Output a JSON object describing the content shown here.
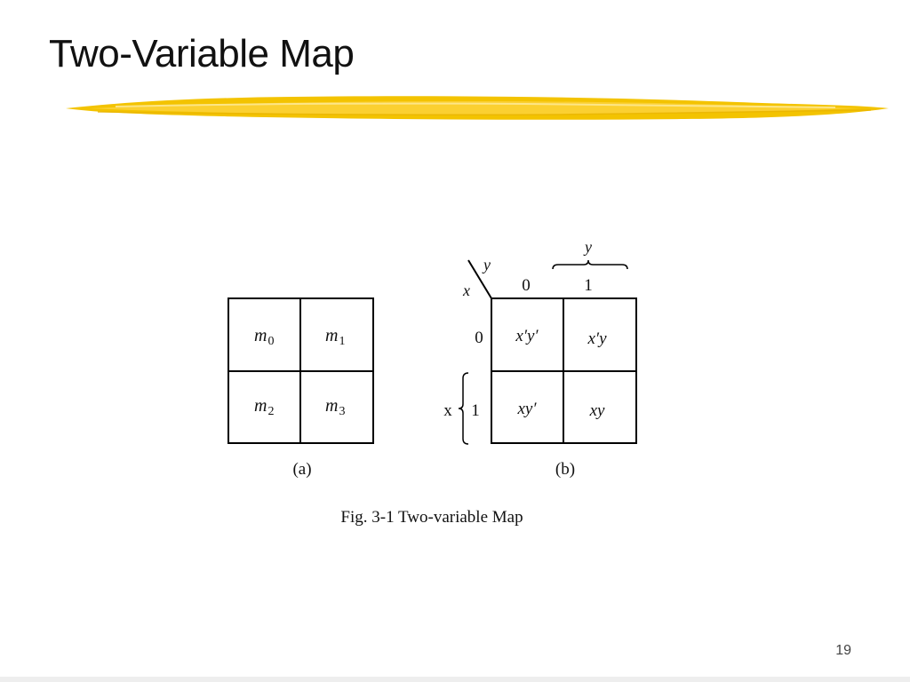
{
  "slide": {
    "title": "Two-Variable Map",
    "page_number": "19"
  },
  "map_a": {
    "cells": [
      {
        "base": "m",
        "sub": "0"
      },
      {
        "base": "m",
        "sub": "1"
      },
      {
        "base": "m",
        "sub": "2"
      },
      {
        "base": "m",
        "sub": "3"
      }
    ],
    "caption": "(a)"
  },
  "map_b": {
    "corner_top": "y",
    "corner_bottom": "x",
    "column_group_label": "y",
    "column_headers": [
      "0",
      "1"
    ],
    "row_group_label": "x",
    "row_headers": [
      "0",
      "1"
    ],
    "cells": [
      "x′y′",
      "x′y",
      "xy′",
      "xy"
    ],
    "caption": "(b)"
  },
  "figure_caption": "Fig. 3-1  Two-variable Map",
  "colors": {
    "underline": "#f2c200",
    "underline_light": "#fde27a"
  }
}
